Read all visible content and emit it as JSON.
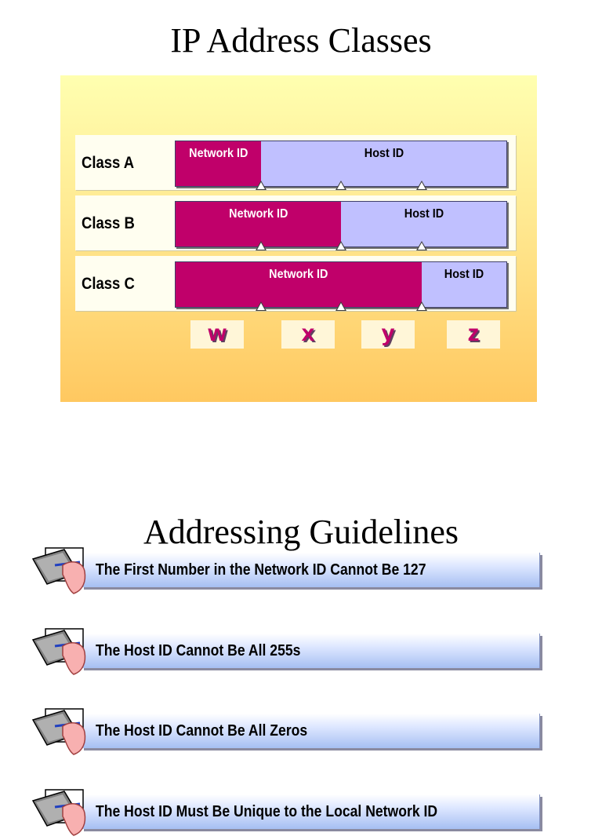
{
  "slide1": {
    "title": "IP Address Classes",
    "classes": [
      {
        "label": "Class A",
        "network_label": "Network ID",
        "host_label": "Host ID",
        "network_octets": 1
      },
      {
        "label": "Class B",
        "network_label": "Network ID",
        "host_label": "Host ID",
        "network_octets": 2
      },
      {
        "label": "Class C",
        "network_label": "Network ID",
        "host_label": "Host ID",
        "network_octets": 3
      }
    ],
    "octets": [
      "w",
      "x",
      "y",
      "z"
    ]
  },
  "slide2": {
    "title": "Addressing Guidelines",
    "guidelines": [
      "The First Number in the Network ID Cannot Be 127",
      "The Host ID Cannot Be All 255s",
      "The Host ID Cannot Be All Zeros",
      "The Host ID Must Be Unique to the Local Network ID"
    ]
  },
  "colors": {
    "network": "#c0006a",
    "host": "#c0c0ff",
    "panel_top": "#ffffb0",
    "panel_bottom": "#ffc860"
  },
  "icons": {
    "guideline": "notebook-pencil-icon"
  }
}
